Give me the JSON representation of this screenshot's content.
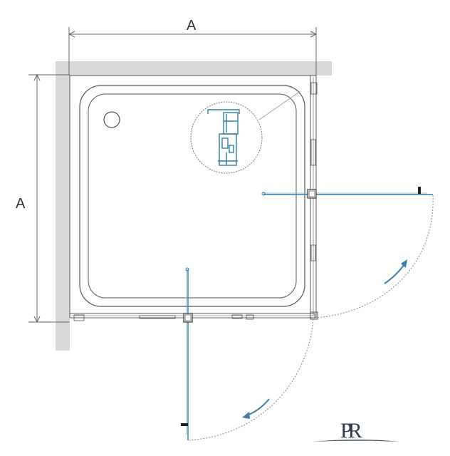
{
  "diagram": {
    "type": "shower-enclosure-plan",
    "dimension_top_label": "A",
    "dimension_left_label": "A",
    "logo_text": "PR",
    "colors": {
      "wall": "#d9d9d9",
      "line": "#555555",
      "accent": "#2e7fa6",
      "arrow": "#3d7ea6",
      "dim_line": "#666666"
    },
    "icons": [
      "drain-icon",
      "profile-detail-callout",
      "door-swing-arrow-icon",
      "logo-icon"
    ]
  }
}
